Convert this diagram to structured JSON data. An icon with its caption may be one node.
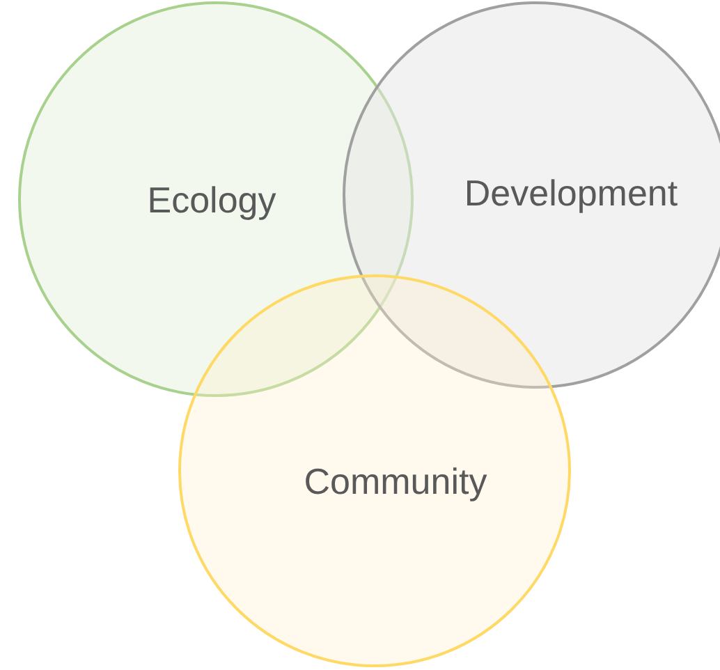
{
  "diagram": {
    "nodes": [
      {
        "text": [
          "Ecology"
        ]
      },
      {
        "text": [
          "Development"
        ]
      },
      {
        "text": [
          "Community"
        ]
      }
    ],
    "edges": []
  }
}
